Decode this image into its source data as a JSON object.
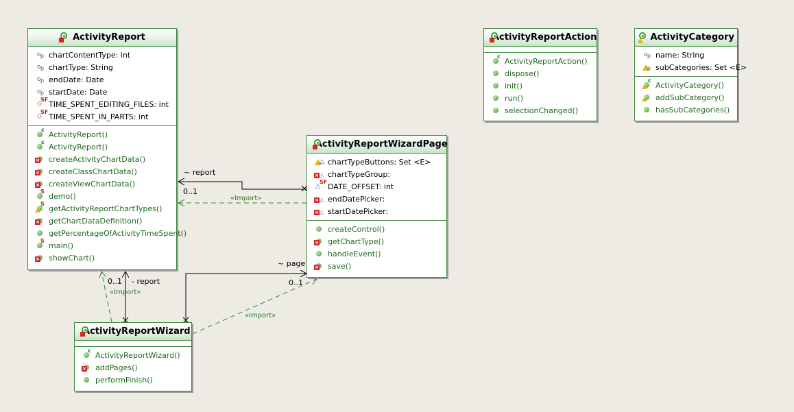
{
  "colors": {
    "class_border": "#3f8a3f",
    "operation_text": "#1c6a1c",
    "stereotype": "#2d7a2d"
  },
  "classes": {
    "activity_report": {
      "name": "ActivityReport",
      "attributes": [
        "chartContentType: int",
        "chartType: String",
        "endDate: Date",
        "startDate: Date",
        "TIME_SPENT_EDITING_FILES: int",
        "TIME_SPENT_IN_PARTS: int"
      ],
      "operations": [
        "ActivityReport()",
        "ActivityReport()",
        "createActivityChartData()",
        "createClassChartData()",
        "createViewChartData()",
        "demo()",
        "getActivityReportChartTypes()",
        "getChartDataDefinition()",
        "getPercentageOfActivityTimeSpent()",
        "main()",
        "showChart()"
      ]
    },
    "activity_report_action": {
      "name": "ActivityReportAction",
      "operations": [
        "ActivityReportAction()",
        "dispose()",
        "init()",
        "run()",
        "selectionChanged()"
      ]
    },
    "activity_category": {
      "name": "ActivityCategory",
      "attributes": [
        "name: String",
        "subCategories: Set <E>"
      ],
      "operations": [
        "ActivityCategory()",
        "addSubCategory()",
        "hasSubCategories()"
      ]
    },
    "activity_report_wizard_page": {
      "name": "ActivityReportWizardPage",
      "attributes": [
        "chartTypeButtons: Set <E>",
        "chartTypeGroup:",
        "DATE_OFFSET: int",
        "endDatePicker:",
        "startDatePicker:"
      ],
      "operations": [
        "createControl()",
        "getChartType()",
        "handleEvent()",
        "save()"
      ]
    },
    "activity_report_wizard": {
      "name": "ActivityReportWizard",
      "operations": [
        "ActivityReportWizard()",
        "addPages()",
        "performFinish()"
      ]
    }
  },
  "edge_labels": {
    "report_role": "~ report",
    "report_mult": "0..1",
    "import_1": "«Import»",
    "page_role": "~ page",
    "page_mult": "0..1",
    "wizard_mult": "0..1",
    "wizard_role": "- report",
    "import_2": "«Import»",
    "import_3": "«Import»"
  }
}
